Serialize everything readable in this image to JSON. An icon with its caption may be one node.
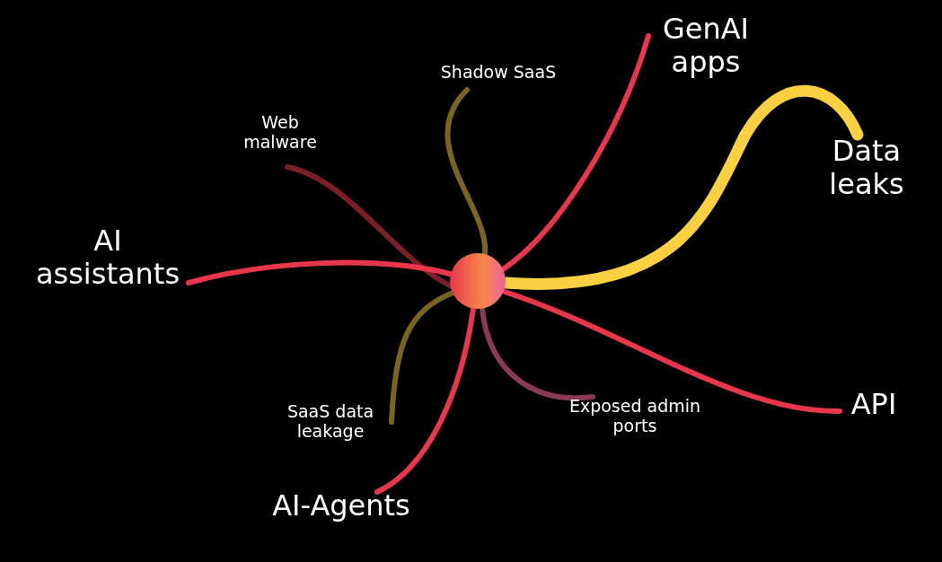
{
  "diagram": {
    "nodes": [
      {
        "text": [],
        "shape": "circle"
      },
      {
        "text": [
          "GenAI apps"
        ]
      },
      {
        "text": [
          "Shadow SaaS"
        ]
      },
      {
        "text": [
          "Web malware"
        ]
      },
      {
        "text": [
          "Data leaks"
        ]
      },
      {
        "text": [
          "AI assistants"
        ]
      },
      {
        "text": [
          "API"
        ]
      },
      {
        "text": [
          "Exposed admin ports"
        ]
      },
      {
        "text": [
          "SaaS data leakage"
        ]
      },
      {
        "text": [
          "AI-Agents"
        ]
      }
    ],
    "edges": [
      {
        "from": 0,
        "to": 1,
        "arrow": "none"
      },
      {
        "from": 0,
        "to": 2,
        "arrow": "none",
        "color": "#7a6420"
      },
      {
        "from": 0,
        "to": 3,
        "arrow": "none",
        "color": "#7a1e28"
      },
      {
        "from": 0,
        "to": 4,
        "arrow": "none",
        "style": "thick",
        "color": "#f9d040"
      },
      {
        "from": 0,
        "to": 5,
        "arrow": "none"
      },
      {
        "from": 0,
        "to": 6,
        "arrow": "none"
      },
      {
        "from": 0,
        "to": 7,
        "arrow": "none",
        "color": "#8a3a55"
      },
      {
        "from": 0,
        "to": 8,
        "arrow": "none",
        "color": "#7a6420"
      },
      {
        "from": 0,
        "to": 9,
        "arrow": "none"
      }
    ]
  }
}
